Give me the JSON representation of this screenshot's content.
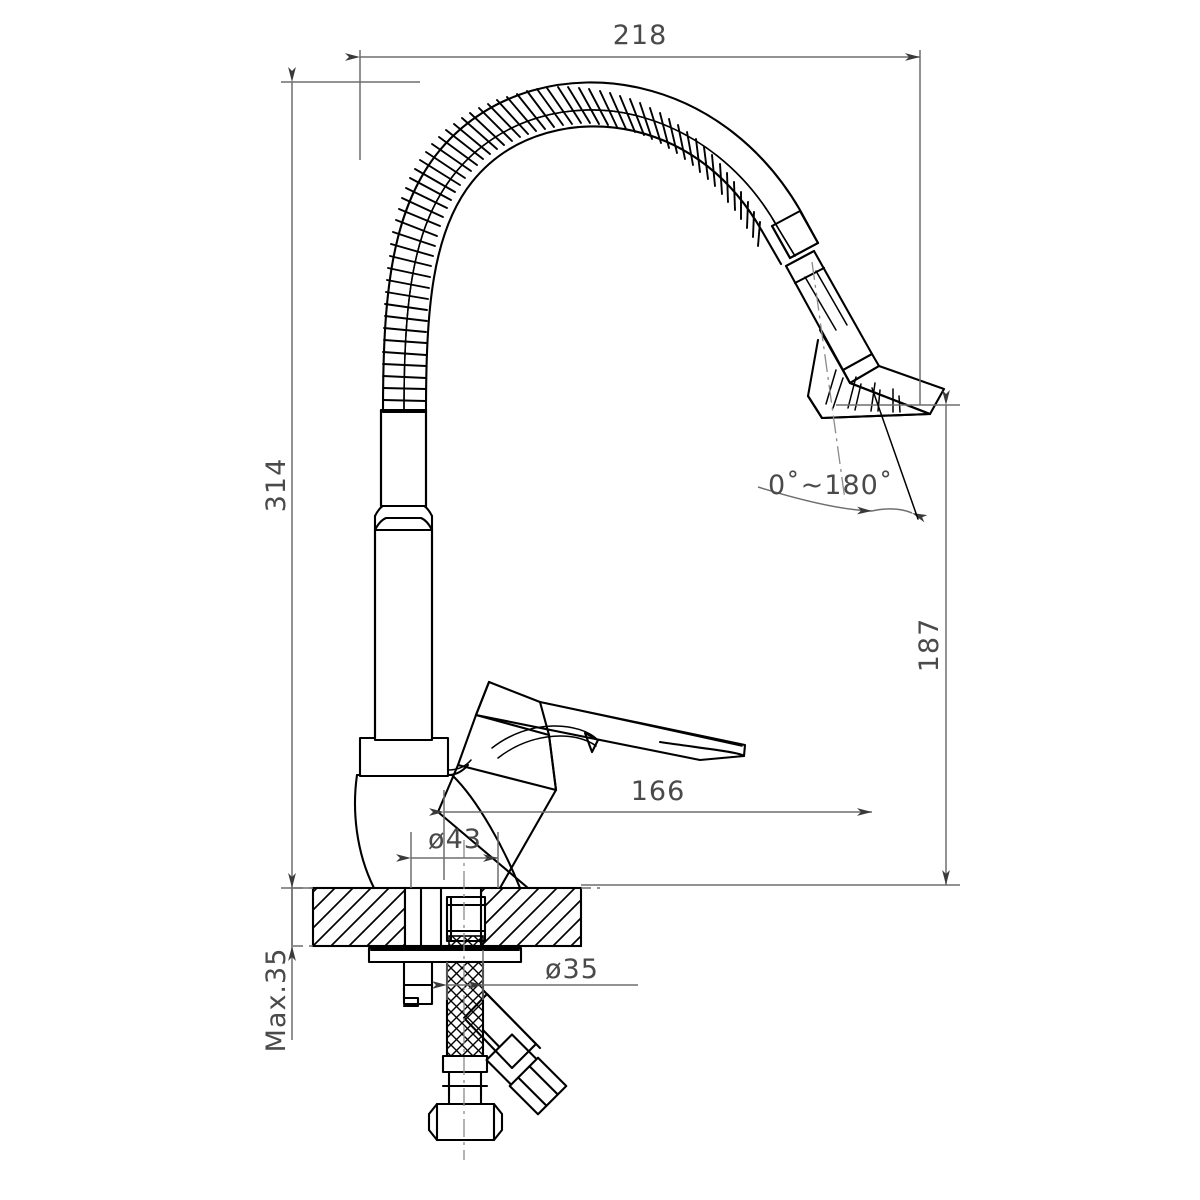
{
  "drawing": {
    "title": "Kitchen faucet technical dimension drawing",
    "units": "mm",
    "background_color": "#ffffff",
    "line_color": "#000000",
    "dimension_color": "#6e6e6e"
  },
  "dimensions": {
    "overall_reach": {
      "label": "218",
      "name": "overall-horizontal-reach",
      "orientation": "horizontal"
    },
    "overall_height": {
      "label": "314",
      "name": "overall-height-above-deck",
      "orientation": "vertical"
    },
    "spout_height": {
      "label": "187",
      "name": "spout-outlet-height",
      "orientation": "vertical"
    },
    "handle_reach": {
      "label": "166",
      "name": "handle-lever-reach",
      "orientation": "horizontal"
    },
    "base_diameter": {
      "label": "ø43",
      "name": "base-diameter",
      "orientation": "horizontal"
    },
    "hose_diameter": {
      "label": "ø35",
      "name": "mounting-shank-diameter",
      "orientation": "horizontal"
    },
    "deck_thickness": {
      "label": "Max.35",
      "name": "max-deck-thickness",
      "orientation": "vertical"
    },
    "swivel_angle": {
      "label": "0˚~180˚",
      "name": "spray-head-swivel-angle",
      "orientation": "leader"
    }
  },
  "parts": {
    "flexible_hose": "flexible-gooseneck-coil",
    "spray_head": "spray-head-nozzle",
    "riser": "riser-column",
    "body": "faucet-body",
    "handle": "lever-handle",
    "deck": "counter-deck-section",
    "supply_hoses": "braided-supply-hoses",
    "mounting_nut": "mounting-nut"
  }
}
